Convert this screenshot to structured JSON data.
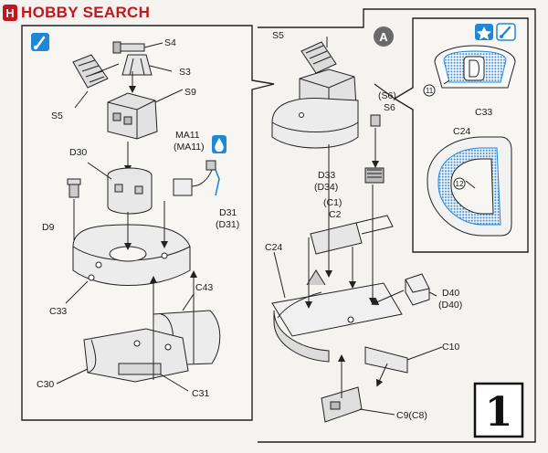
{
  "logo": {
    "mark": "H",
    "text": "HOBBY SEARCH"
  },
  "step_number": "1",
  "callout_letter": "A",
  "labels": {
    "s4": "S4",
    "s3": "S3",
    "s5_left": "S5",
    "s9": "S9",
    "d30": "D30",
    "ma11": "MA11",
    "ma11_alt": "(MA11)",
    "d9": "D9",
    "d31": "D31",
    "d31_alt": "(D31)",
    "c33_left": "C33",
    "c43": "C43",
    "c30": "C30",
    "c31": "C31",
    "s5_right": "S5",
    "s6_alt": "(S6)",
    "s6": "S6",
    "d33": "D33",
    "d34_alt": "(D34)",
    "c1_alt": "(C1)",
    "c2": "C2",
    "c24_mid": "C24",
    "d40": "D40",
    "d40_alt": "(D40)",
    "c10": "C10",
    "c9c8": "C9(C8)",
    "c33_inset": "C33",
    "c24_inset": "C24",
    "mark_11": "11",
    "mark_12": "12"
  },
  "icons": [
    "brush-icon",
    "glue-drop-icon",
    "star-icon",
    "paint-brush-icon"
  ],
  "colors": {
    "accent_blue": "#1e88d8",
    "logo_red": "#c4161c",
    "line": "#222222",
    "paint_dots": "#3d8fe0"
  }
}
